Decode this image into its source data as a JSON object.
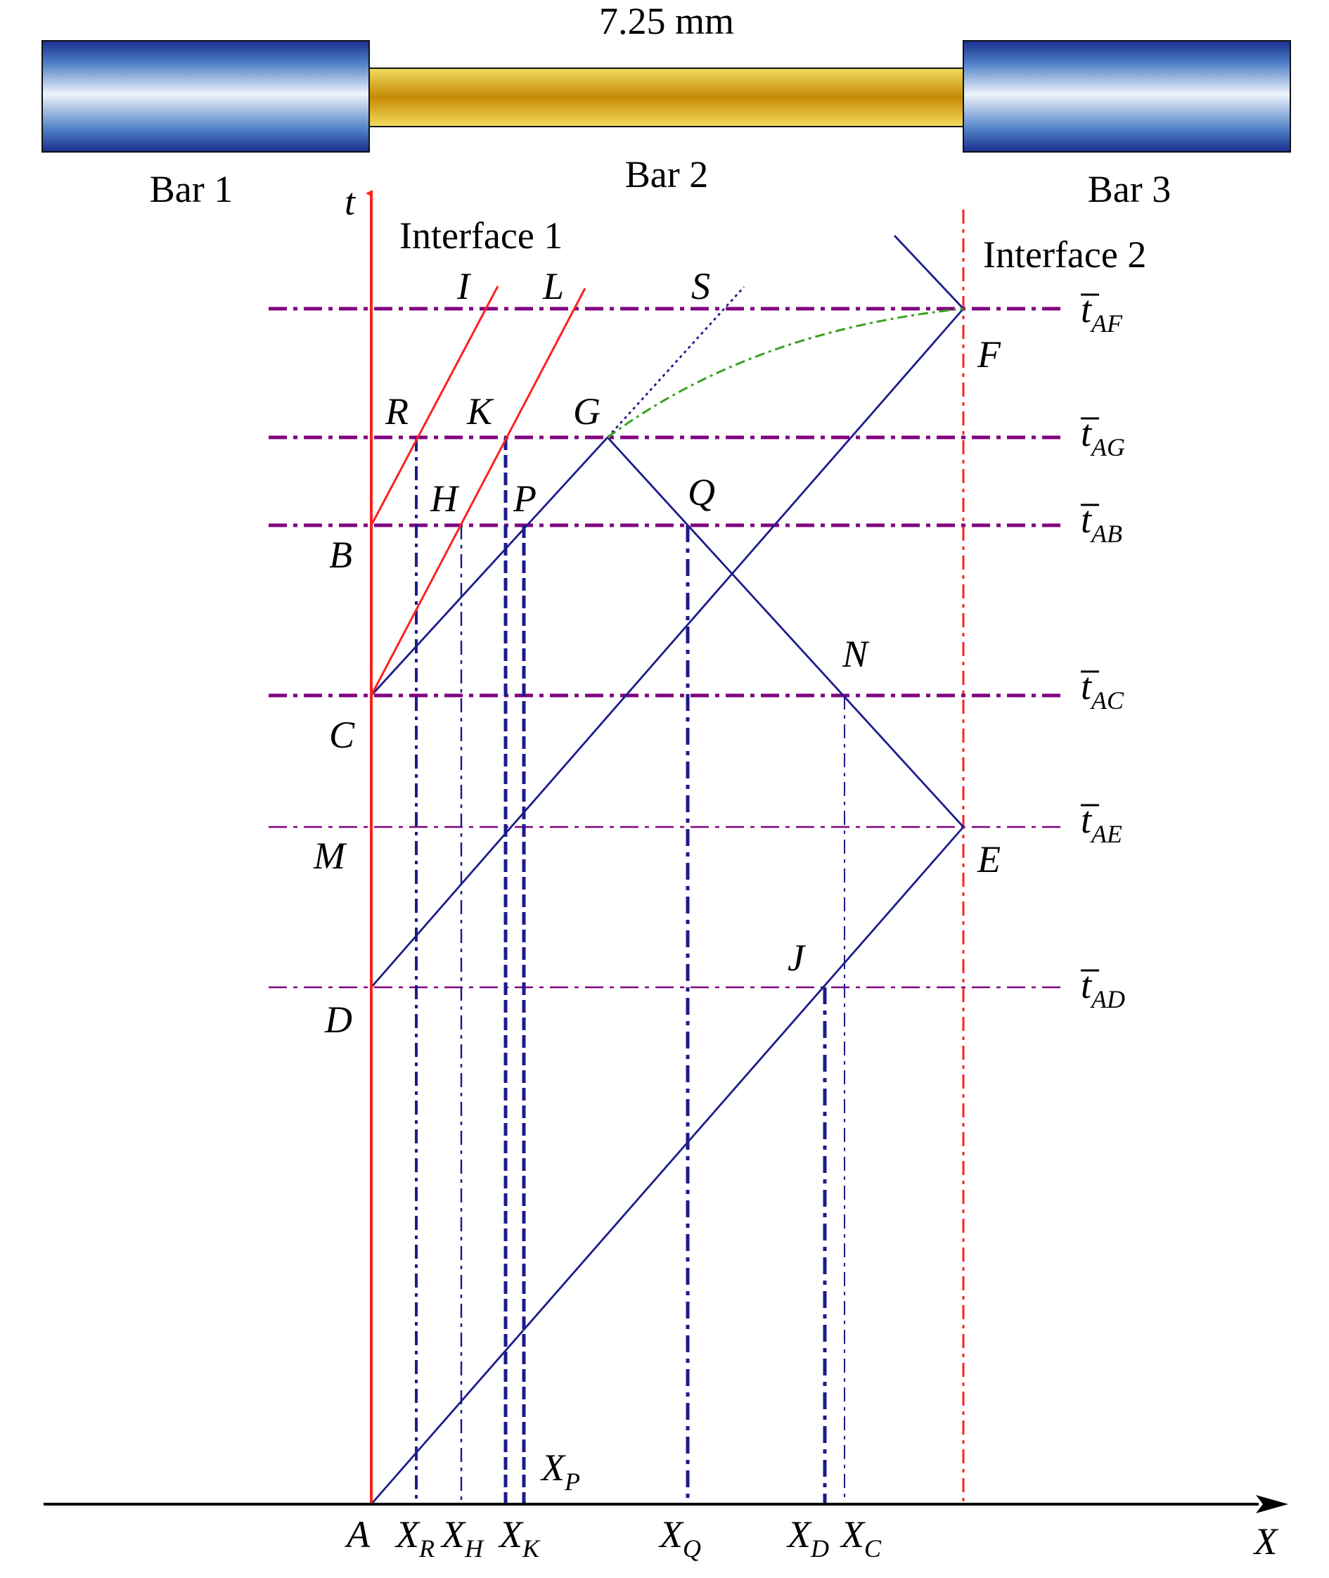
{
  "bars": {
    "length_label": "7.25 mm",
    "bar1": "Bar 1",
    "bar2": "Bar 2",
    "bar3": "Bar 3",
    "colors": {
      "incident_bar": "#1a3fa0",
      "specimen_bar": "#d4a017"
    }
  },
  "axes": {
    "t_label": "t",
    "x_label": "X"
  },
  "interfaces": {
    "interface1": "Interface 1",
    "interface2": "Interface 2"
  },
  "points": {
    "A": "A",
    "B": "B",
    "C": "C",
    "D": "D",
    "E": "E",
    "F": "F",
    "G": "G",
    "H": "H",
    "I": "I",
    "J": "J",
    "K": "K",
    "L": "L",
    "M": "M",
    "N": "N",
    "P": "P",
    "Q": "Q",
    "R": "R",
    "S": "S"
  },
  "time_levels": [
    {
      "base": "t",
      "sub": "AF"
    },
    {
      "base": "t",
      "sub": "AG"
    },
    {
      "base": "t",
      "sub": "AB"
    },
    {
      "base": "t",
      "sub": "AC"
    },
    {
      "base": "t",
      "sub": "AE"
    },
    {
      "base": "t",
      "sub": "AD"
    }
  ],
  "x_positions": [
    {
      "base": "X",
      "sub": "R"
    },
    {
      "base": "X",
      "sub": "H"
    },
    {
      "base": "X",
      "sub": "K"
    },
    {
      "base": "X",
      "sub": "Q"
    },
    {
      "base": "X",
      "sub": "D"
    },
    {
      "base": "X",
      "sub": "C"
    },
    {
      "base": "X",
      "sub": "P"
    }
  ],
  "colors": {
    "wave": "#1c1c8c",
    "interface_line": "#ff2020",
    "level_line": "#800080",
    "curve": "#3aa020"
  }
}
